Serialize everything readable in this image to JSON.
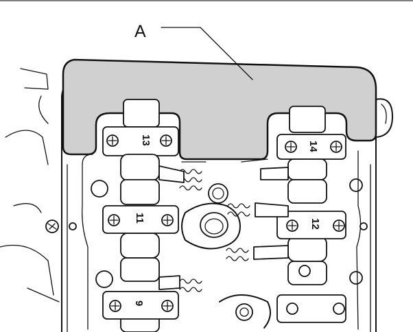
{
  "figure": {
    "callout_label": "A",
    "camshaft_cap_labels": [
      "13",
      "14",
      "11",
      "12",
      "9"
    ]
  }
}
